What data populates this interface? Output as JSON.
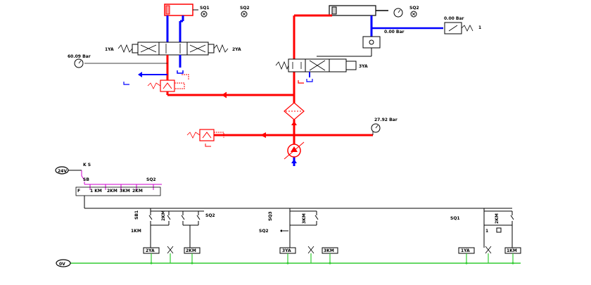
{
  "gauges": {
    "left_pressure": "60.09 Bar",
    "pump_pressure": "27.92 Bar",
    "right_pressure_a": "0.00 Bar",
    "right_pressure_b": "0.00 Bar"
  },
  "labels": {
    "sq1_top": "SQ1",
    "sq2_top": "SQ2",
    "sq2_right": "SQ2",
    "left_valve_1ya": "1YA",
    "left_valve_2ya": "2YA",
    "right_valve_3ya": "3YA",
    "pressure_switch_1": "1",
    "ks": "K S",
    "sb": "SB",
    "sq2_relay": "SQ2",
    "relay_f": "F",
    "relay_1km": "1 KM",
    "relay_2km": "2KM",
    "relay_3km": "3KM",
    "relay_2kmb": "2KM",
    "sb1": "SB1",
    "km2": "2KM",
    "sq2_r1": "SQ2",
    "km1": "1KM",
    "sq3": "SQ3",
    "km3": "3KM",
    "sq2_r2": "SQ2",
    "sq1_r3": "SQ1",
    "km4": "2KM",
    "one_r3": "1",
    "coil_2ya": "2YA",
    "coil_2km": "2KM",
    "coil_3ya": "3YA",
    "coil_3km": "3KM",
    "coil_1ya": "1YA",
    "coil_1km": "1KM",
    "ov": "0V",
    "power_24v": "24V"
  },
  "colors": {
    "pressure_line": "#ff0000",
    "return_line": "#0000ff",
    "electric_line": "#000000",
    "ground_line": "#33cc33",
    "control_line": "#cc00cc"
  }
}
